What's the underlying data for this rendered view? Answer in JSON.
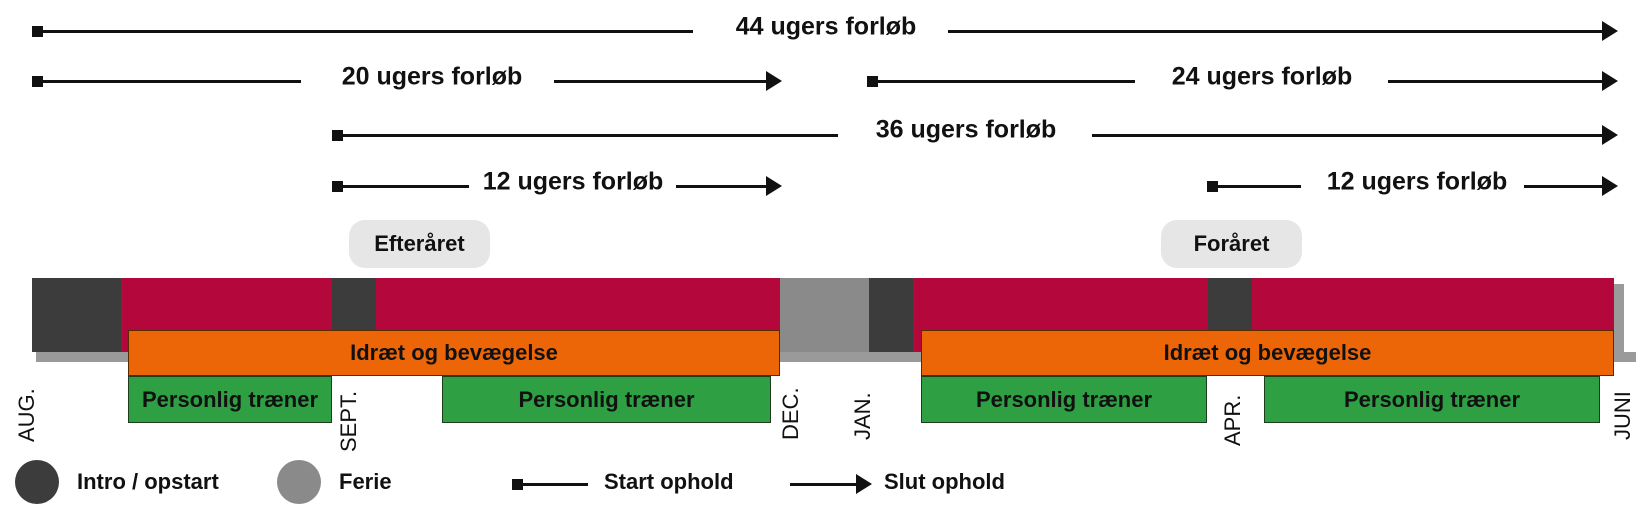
{
  "durations": {
    "d44": "44 ugers forløb",
    "d20": "20 ugers forløb",
    "d24": "24 ugers forløb",
    "d36": "36 ugers forløb",
    "d12a": "12 ugers forløb",
    "d12b": "12 ugers forløb"
  },
  "semesters": {
    "autumn": "Efteråret",
    "spring": "Foråret"
  },
  "activities": {
    "sport_autumn": "Idræt og bevægelse",
    "sport_spring": "Idræt og bevægelse",
    "trainer_1": "Personlig træner",
    "trainer_2": "Personlig træner",
    "trainer_3": "Personlig træner",
    "trainer_4": "Personlig træner"
  },
  "months": {
    "aug": "AUG.",
    "sept": "SEPT.",
    "dec": "DEC.",
    "jan": "JAN.",
    "apr": "APR.",
    "juni": "JUNI"
  },
  "legend": {
    "intro": "Intro / opstart",
    "holiday": "Ferie",
    "start": "Start ophold",
    "end": "Slut ophold"
  },
  "colors": {
    "intro": "#3c3c3c",
    "holiday": "#8a8a8a",
    "program": "#b4083c",
    "sport": "#ec6608",
    "trainer": "#2ea043"
  }
}
